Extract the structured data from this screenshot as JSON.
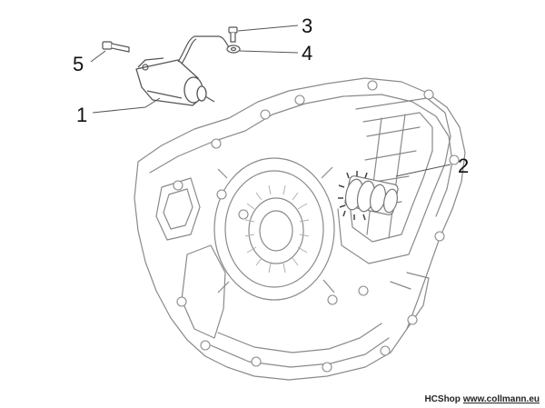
{
  "callouts": {
    "c1": "1",
    "c2": "2",
    "c3": "3",
    "c4": "4",
    "c5": "5"
  },
  "watermark": {
    "brand": "HCShop",
    "site": "www.collmann.eu"
  },
  "colors": {
    "line_art": "#8a8a8a",
    "detail": "#b0b0b0",
    "text": "#111111"
  }
}
